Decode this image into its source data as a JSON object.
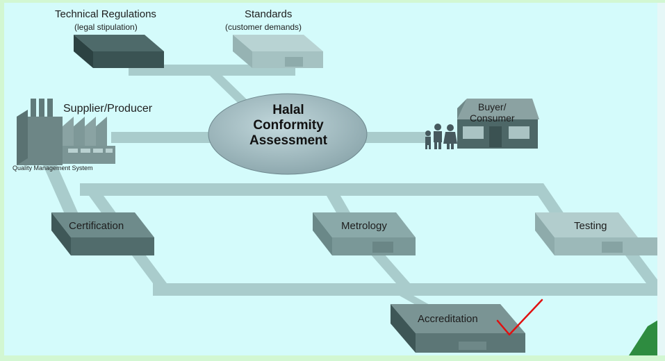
{
  "diagram": {
    "center": {
      "line1": "Halal",
      "line2": "Conformity",
      "line3": "Assessment"
    },
    "technical_regulations": {
      "title": "Technical Regulations",
      "subtitle": "(legal stipulation)"
    },
    "standards": {
      "title": "Standards",
      "subtitle": "(customer demands)"
    },
    "supplier": {
      "title": "Supplier/Producer",
      "system": "Quality Management System"
    },
    "buyer": {
      "line1": "Buyer/",
      "line2": "Consumer"
    },
    "certification": "Certification",
    "metrology": "Metrology",
    "testing": "Testing",
    "accreditation": "Accreditation"
  },
  "colors": {
    "background": "#d2f7d2",
    "panel": "#d4fbfb",
    "path": "#a9cccc",
    "box_dark": "#3f5858",
    "box_light": "#89a9a9",
    "ellipse": "#9db6bc",
    "checkmark": "#e01010"
  },
  "icons": [
    "factory-icon",
    "house-icon",
    "people-icon",
    "checkmark-icon"
  ]
}
